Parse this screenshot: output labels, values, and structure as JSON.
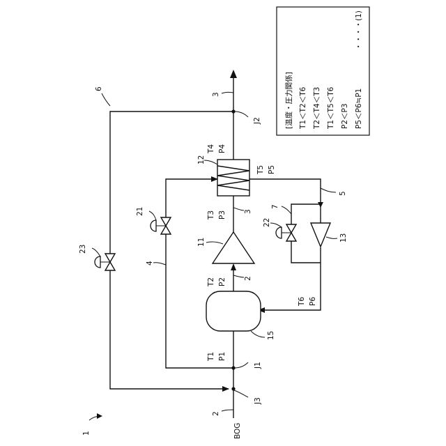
{
  "figure": {
    "ref_system": "1",
    "inlet_label": "BOG",
    "pipe_labels": {
      "p2": "2",
      "p3": "3",
      "p4": "4",
      "p5": "5",
      "p6": "6",
      "p7": "7"
    },
    "junction_labels": {
      "j1": "J1",
      "j2": "J2",
      "j3": "J3"
    },
    "component_labels": {
      "c11": "11",
      "c12": "12",
      "c13": "13",
      "c15": "15",
      "v21": "21",
      "v22": "22",
      "v23": "23"
    },
    "state_labels": {
      "t1": "T1",
      "p1": "P1",
      "t2": "T2",
      "p2": "P2",
      "t3": "T3",
      "p3": "P3",
      "t4": "T4",
      "p4": "P4",
      "t5": "T5",
      "p5": "P5",
      "t6": "T6",
      "p6": "P6"
    },
    "relations_box": {
      "title": "[温度・圧力関係]",
      "lines": [
        "T1＜T2＜T6",
        "T2＜T4＜T3",
        "T1＜T5＜T6",
        "P2＜P3",
        "P5＜P6≒P1"
      ],
      "equation_ref": "・・・・(1)"
    }
  }
}
